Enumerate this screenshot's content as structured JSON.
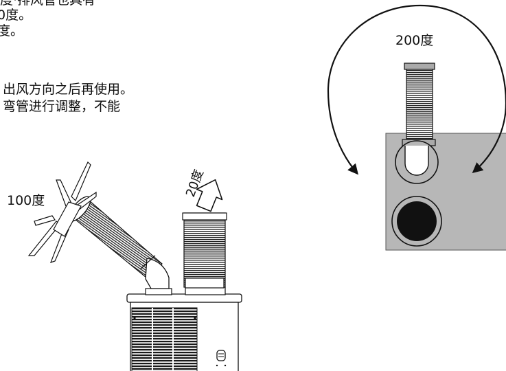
{
  "instructions": {
    "line1": "度·排风管也具有",
    "line2": "0度。",
    "line3": "度。",
    "line4": "出风方向之后再使用。",
    "line5": "弯管进行调整，不能"
  },
  "labels": {
    "rotation_left": "100度",
    "rotation_top": "20度",
    "rotation_right": "200度"
  },
  "colors": {
    "panel_gray": "#b7b7b7",
    "ink": "#111111",
    "hole_fill": "#111111"
  }
}
